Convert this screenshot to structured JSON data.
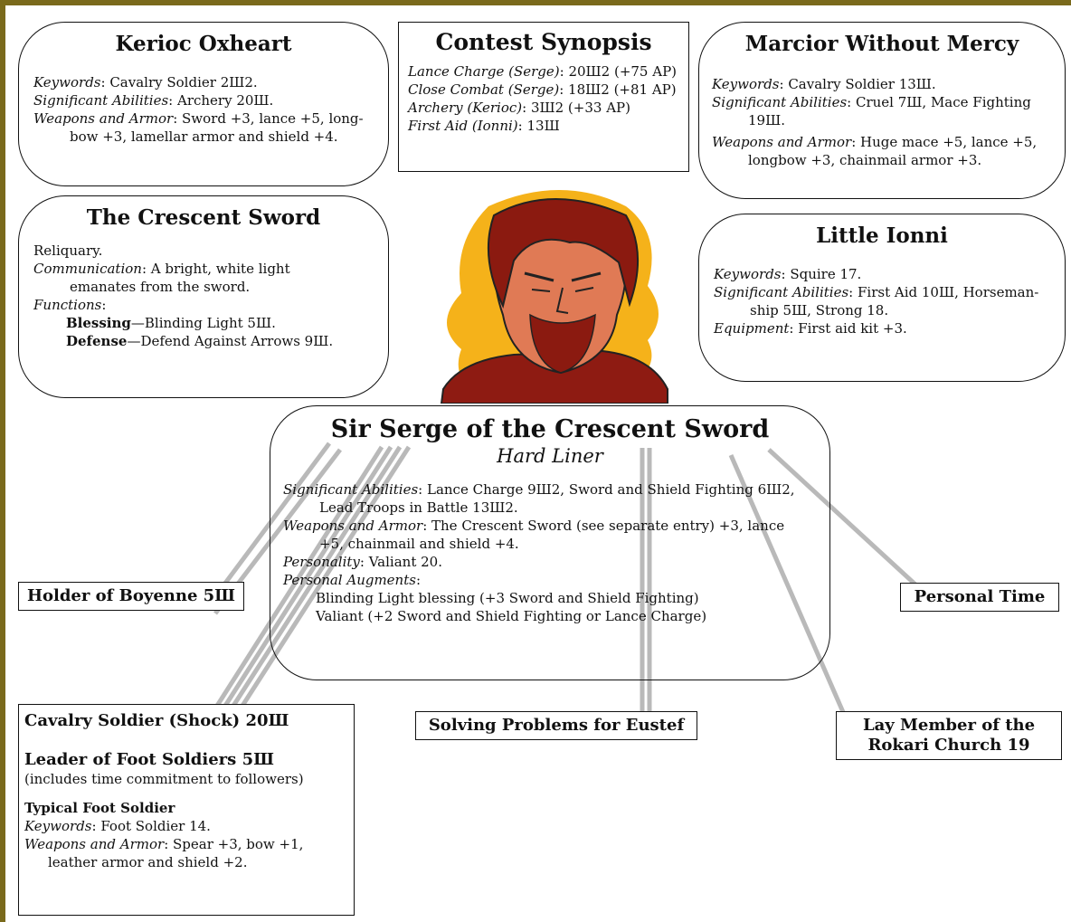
{
  "colors": {
    "frame": "#7a6a1c",
    "line": "#b9b9b9",
    "hair": "#8b1a10",
    "glow": "#f5b21a"
  },
  "kerioc": {
    "title": "Kerioc Oxheart",
    "keywords_label": "Keywords",
    "keywords_value": ": Cavalry Soldier 2Ш2.",
    "abilities_label": "Significant Abilities",
    "abilities_value": ": Archery 20Ш.",
    "weapons_label": "Weapons and Armor",
    "weapons_value": ": Sword +3, lance +5, long-bow +3, lamellar armor and shield +4."
  },
  "synopsis": {
    "title": "Contest Synopsis",
    "rows": [
      {
        "label": "Lance Charge (Serge)",
        "value": ": 20Ш2 (+75 AP)"
      },
      {
        "label": "Close Combat (Serge)",
        "value": ": 18Ш2 (+81 AP)"
      },
      {
        "label": "Archery (Kerioc)",
        "value": ": 3Ш2 (+33 AP)"
      },
      {
        "label": "First Aid (Ionni)",
        "value": ": 13Ш"
      }
    ]
  },
  "marcior": {
    "title": "Marcior Without Mercy",
    "keywords_label": "Keywords",
    "keywords_value": ": Cavalry Soldier 13Ш.",
    "abilities_label": "Significant Abilities",
    "abilities_value": ": Cruel 7Ш, Mace Fighting 19Ш.",
    "weapons_label": "Weapons and Armor",
    "weapons_value": ": Huge mace +5, lance +5, longbow +3, chainmail armor +3."
  },
  "crescent": {
    "title": "The Crescent Sword",
    "reliquary": "Reliquary.",
    "comm_label": "Communication",
    "comm_value": ": A bright, white light emanates from the sword.",
    "functions_label": "Functions",
    "functions_colon": ":",
    "blessing_label": "Blessing",
    "blessing_value": "—Blinding Light 5Ш.",
    "defense_label": "Defense",
    "defense_value": "—Defend Against Arrows 9Ш."
  },
  "ionni": {
    "title": "Little Ionni",
    "keywords_label": "Keywords",
    "keywords_value": ": Squire 17.",
    "abilities_label": "Significant Abilities",
    "abilities_value": ": First Aid 10Ш, Horseman-ship 5Ш, Strong 18.",
    "equipment_label": "Equipment",
    "equipment_value": ": First aid kit +3."
  },
  "serge": {
    "title": "Sir Serge of the Crescent Sword",
    "subtitle": "Hard Liner",
    "abilities_label": "Significant Abilities",
    "abilities_value": ": Lance Charge 9Ш2, Sword and Shield Fighting 6Ш2, Lead Troops in Battle 13Ш2.",
    "weapons_label": "Weapons and Armor",
    "weapons_value": ": The Crescent Sword (see separate entry) +3, lance +5, chainmail and shield +4.",
    "personality_label": "Personality",
    "personality_value": ": Valiant 20.",
    "augments_label": "Personal Augments",
    "augments_colon": ":",
    "augment1": "Blinding Light blessing (+3 Sword and Shield Fighting)",
    "augment2": "Valiant (+2 Sword and Shield Fighting or Lance Charge)"
  },
  "tags": {
    "holder": "Holder of  Boyenne 5Ш",
    "personal_time": "Personal Time",
    "eustef": "Solving Problems for Eustef",
    "rokari": "Lay Member of  the Rokari Church 19"
  },
  "cavalry": {
    "title": "Cavalry Soldier (Shock) 20Ш",
    "leader": "Leader of Foot Soldiers 5Ш",
    "leader_note": "(includes time commitment to followers)",
    "typical": "Typical Foot Soldier",
    "keywords_label": "Keywords",
    "keywords_value": ": Foot Soldier 14.",
    "weapons_label": "Weapons and Armor",
    "weapons_value": ": Spear +3, bow +1, leather armor and shield +2."
  }
}
